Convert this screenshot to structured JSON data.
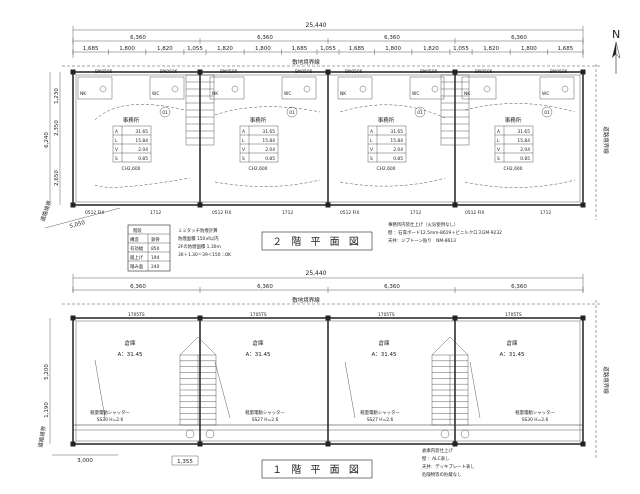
{
  "north_label": "N",
  "floor2": {
    "total_width": "25,440",
    "bay_widths": [
      "6,360",
      "6,360",
      "6,360",
      "6,360"
    ],
    "sub_widths": [
      "1,685",
      "1,800",
      "1,820",
      "1,055",
      "1,820",
      "1,800",
      "1,685",
      "1,055",
      "1,685",
      "1,800",
      "1,820",
      "1,055",
      "1,820",
      "1,800",
      "1,685"
    ],
    "boundary_label": "敷地境界線",
    "left_dims": [
      "1,230",
      "2,350",
      "6,240",
      "2,650"
    ],
    "bottom_left_dims": [
      "道路境界",
      "5,050"
    ],
    "right_label": "道路境界線",
    "window_labels_top": [
      "BN0506",
      "BN0506",
      "BN0506",
      "BN0506",
      "BN0506",
      "BN0506",
      "BN0506",
      "BN0506"
    ],
    "window_labels_bottom": [
      "0512 FIX",
      "1712",
      "0512 FIX",
      "1712",
      "0512 FIX",
      "1712",
      "0512 FIX",
      "1712"
    ],
    "rooms": [
      {
        "name": "事務所",
        "tag": "01",
        "areas": [
          "31.65",
          "15.84",
          "2.04",
          "0.85"
        ],
        "ch": "CH2,600"
      },
      {
        "name": "事務所",
        "tag": "01",
        "areas": [
          "31.65",
          "15.84",
          "2.04",
          "0.85"
        ],
        "ch": "CH2,600"
      },
      {
        "name": "事務所",
        "tag": "01",
        "areas": [
          "31.65",
          "15.84",
          "2.04",
          "0.85"
        ],
        "ch": "CH2,600"
      },
      {
        "name": "事務所",
        "tag": "01",
        "areas": [
          "31.65",
          "15.84",
          "2.04",
          "0.85"
        ],
        "ch": "CH2,600"
      }
    ],
    "area_keys": [
      "A",
      "L",
      "V",
      "S"
    ],
    "room_small_labels": [
      "NK",
      "WC"
    ],
    "legend": {
      "headers": [
        "階段",
        "",
        ""
      ],
      "rows": [
        [
          "構造",
          "鉄骨"
        ],
        [
          "有効幅",
          "850"
        ],
        [
          "蹴上げ",
          "194"
        ],
        [
          "踏み面",
          "240"
        ]
      ]
    },
    "notes_mid": [
      "ミミタッチ防煙計算",
      "防煙面積 150㎡以内",
      "2Fの防煙面積 1.30m",
      "30＋1.30＝39＜150 ∴OK"
    ],
    "finish_title": "事務所内装仕上げ（火気使用なし）",
    "finish_lines": [
      "壁 ：石膏ボード12.5mm-8619＋ビニルクロスGM-9232",
      "天井：ジプトーン貼り　NM-8613"
    ],
    "title": "２ 階 平 面 図"
  },
  "floor1": {
    "total_width": "25,440",
    "bay_widths": [
      "6,360",
      "6,360",
      "6,360",
      "6,360"
    ],
    "boundary_label": "敷地境界線",
    "right_label": "道路境界線",
    "left_dims": [
      "5,200",
      "1,190"
    ],
    "bottom_dims": [
      "3,000",
      "1,355"
    ],
    "bottom_left_label": "道路境界",
    "window_labels_top": [
      "1705TS",
      "1705TS",
      "1705TS",
      "1705TS"
    ],
    "rooms": [
      {
        "name": "倉庫",
        "area": "A：31.45"
      },
      {
        "name": "倉庫",
        "area": "A：31.45"
      },
      {
        "name": "倉庫",
        "area": "A：31.45"
      },
      {
        "name": "倉庫",
        "area": "A：31.45"
      }
    ],
    "shutters": [
      {
        "label": "軽量電動シャッター",
        "code": "SS30 H=2.6"
      },
      {
        "label": "軽量電動シャッター",
        "code": "SS27 H=2.6"
      },
      {
        "label": "軽量電動シャッター",
        "code": "SS27 H=2.6"
      },
      {
        "label": "軽量電動シャッター",
        "code": "SS30 H=2.6"
      }
    ],
    "finish_title": "倉庫内装仕上げ",
    "finish_lines": [
      "壁 ：ALC表し",
      "天井：デッキプレート表し",
      "危険物等の貯蔵なし"
    ],
    "title": "１ 階 平 面 図"
  }
}
